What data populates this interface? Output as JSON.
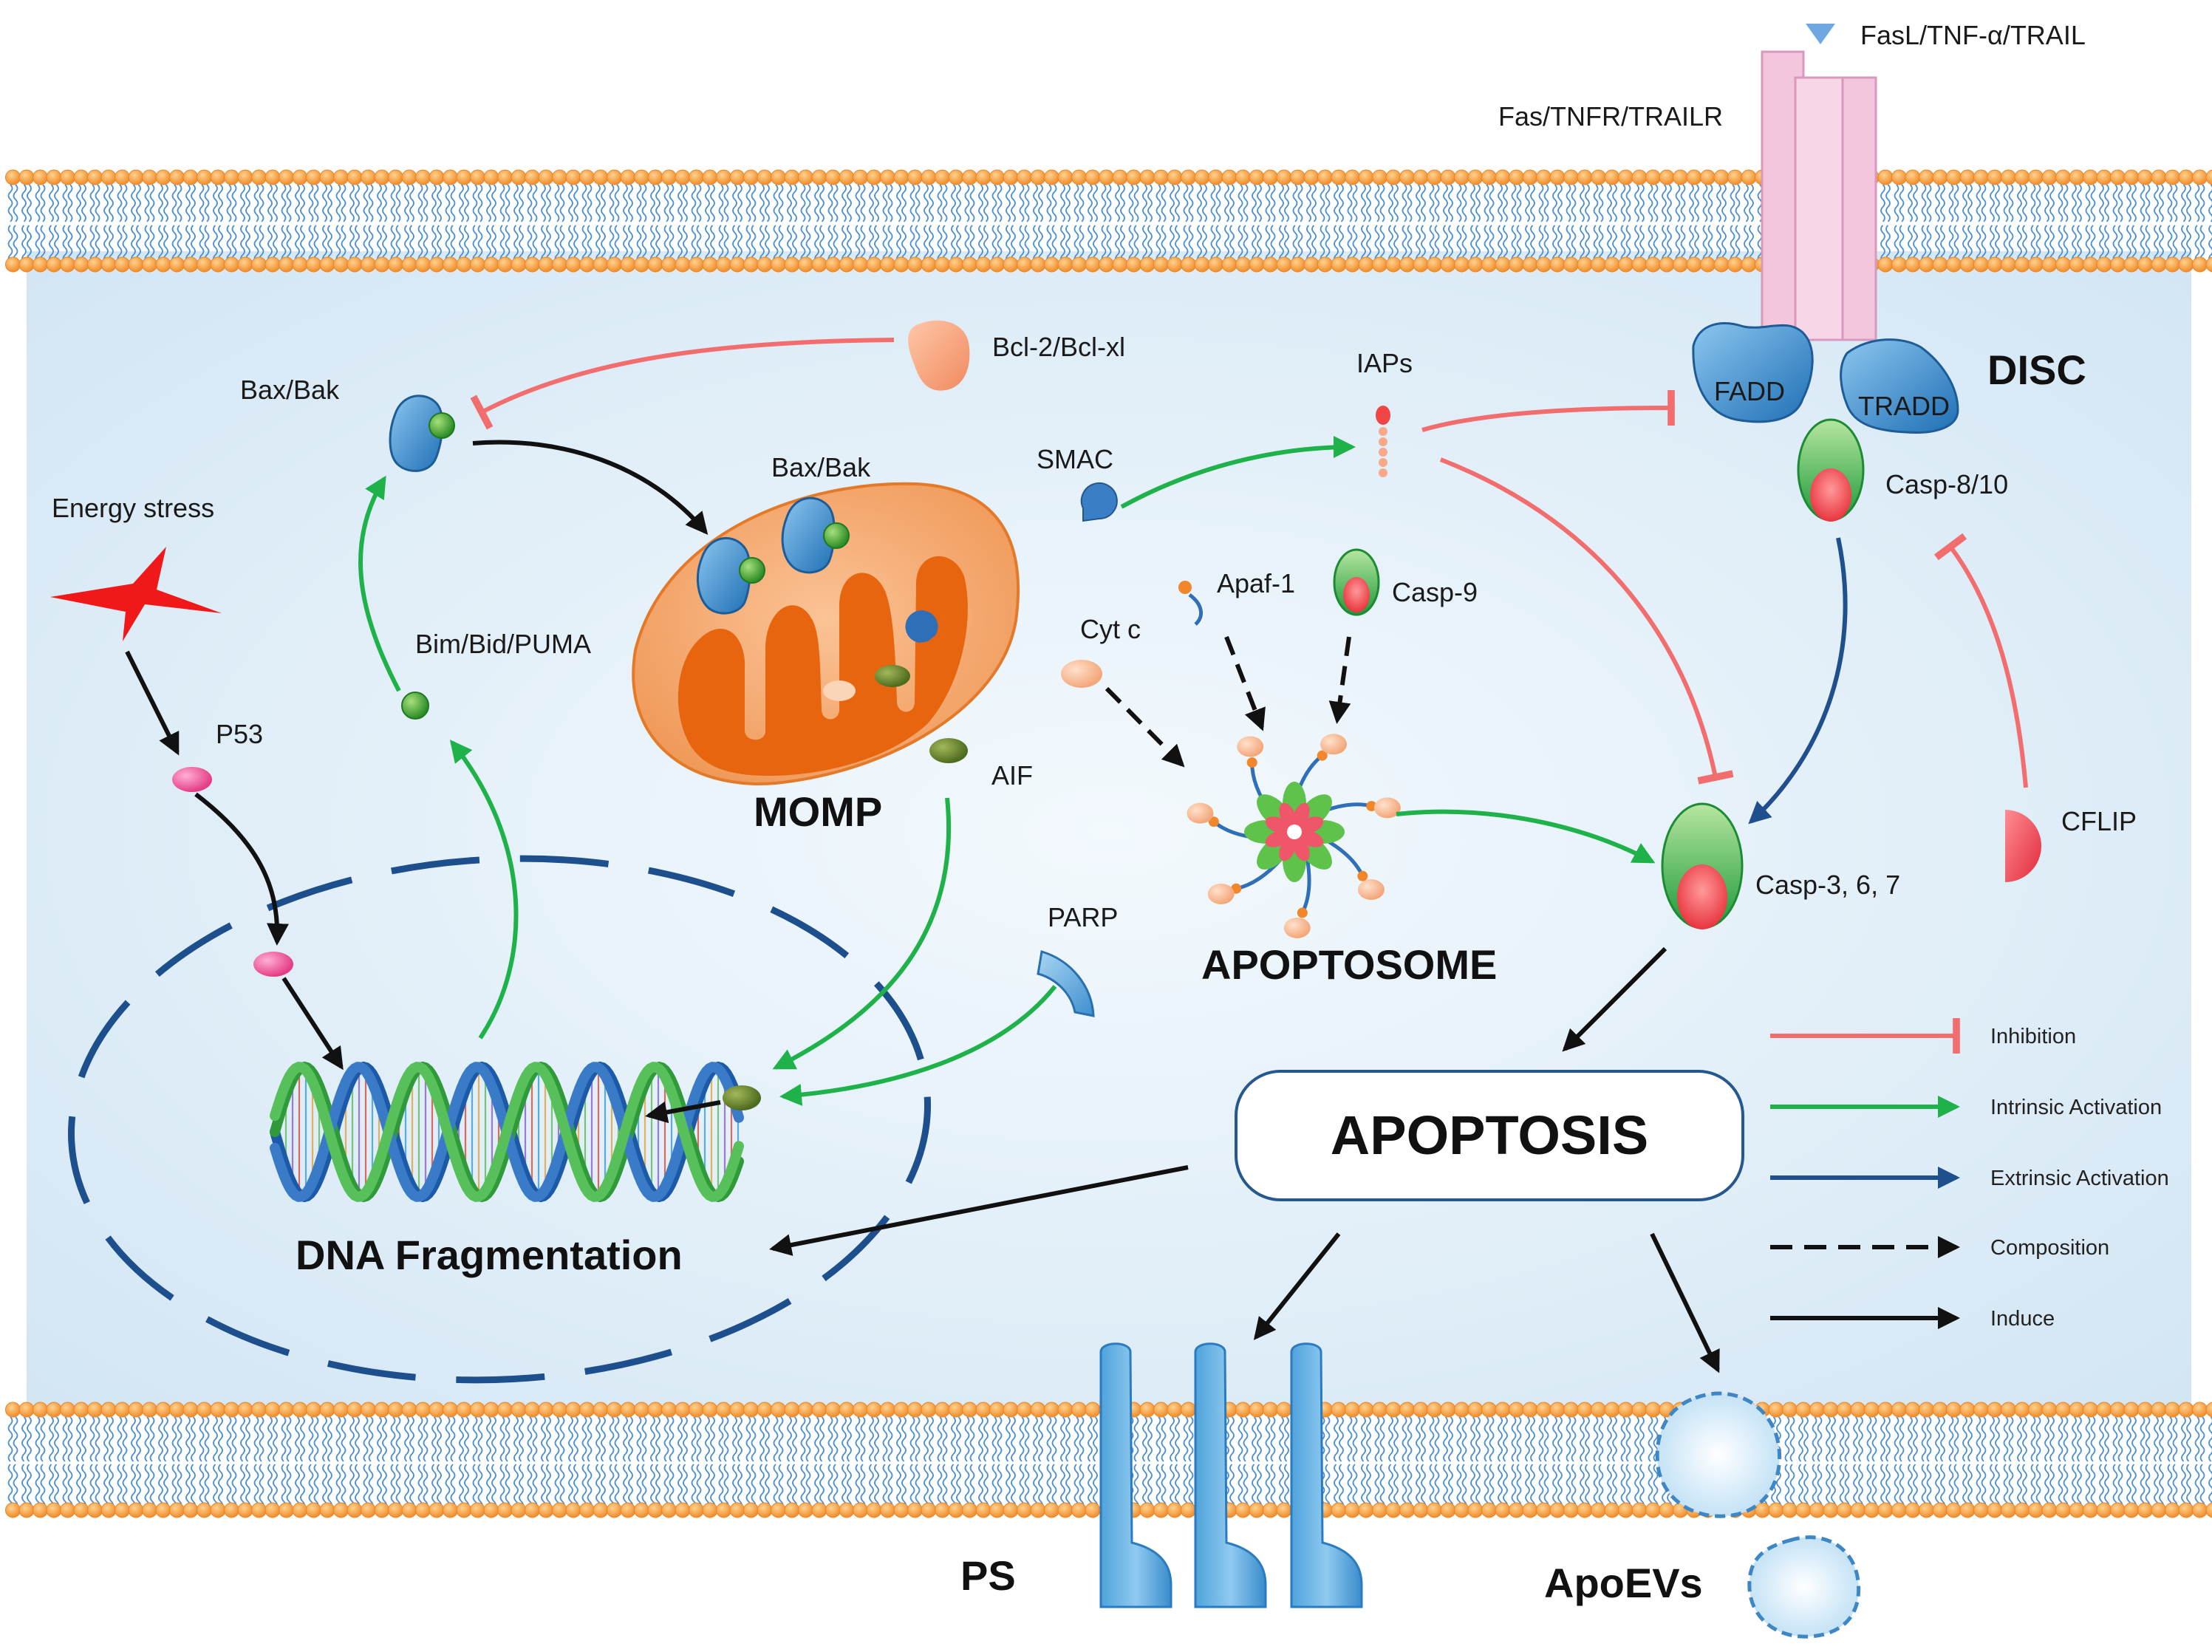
{
  "labels": {
    "ligand": "FasL/TNF-α/TRAIL",
    "receptor": "Fas/TNFR/TRAILR",
    "bcl2": "Bcl-2/Bcl-xl",
    "bax_bak_top": "Bax/Bak",
    "bax_bak_mito": "Bax/Bak",
    "energy_stress": "Energy stress",
    "p53": "P53",
    "bim": "Bim/Bid/PUMA",
    "smac": "SMAC",
    "iaps": "IAPs",
    "fadd": "FADD",
    "tradd": "TRADD",
    "disc": "DISC",
    "casp810": "Casp-8/10",
    "apaf1": "Apaf-1",
    "casp9": "Casp-9",
    "cytc": "Cyt c",
    "aif": "AIF",
    "momp": "MOMP",
    "parp": "PARP",
    "apoptosome": "APOPTOSOME",
    "casp367": "Casp-3, 6, 7",
    "cflip": "CFLIP",
    "apoptosis": "APOPTOSIS",
    "dna": "DNA Fragmentation",
    "ps": "PS",
    "apoevs": "ApoEVs"
  },
  "legend": [
    {
      "label": "Inhibition",
      "style": "inhibition",
      "color": "#f26d6d"
    },
    {
      "label": "Intrinsic Activation",
      "style": "arrow",
      "color": "#1fb24a"
    },
    {
      "label": "Extrinsic Activation",
      "style": "arrow",
      "color": "#1f4f8c"
    },
    {
      "label": "Composition",
      "style": "dashed",
      "color": "#111111"
    },
    {
      "label": "Induce",
      "style": "arrow",
      "color": "#111111"
    }
  ],
  "colors": {
    "inhibition": "#f26d6d",
    "intrinsic": "#1fb24a",
    "extrinsic": "#1f4f8c",
    "induce": "#111111",
    "lipid_head": "#f7a64a",
    "cytoplasm": "#dcecf7",
    "mitochondria": "#e8650f"
  }
}
